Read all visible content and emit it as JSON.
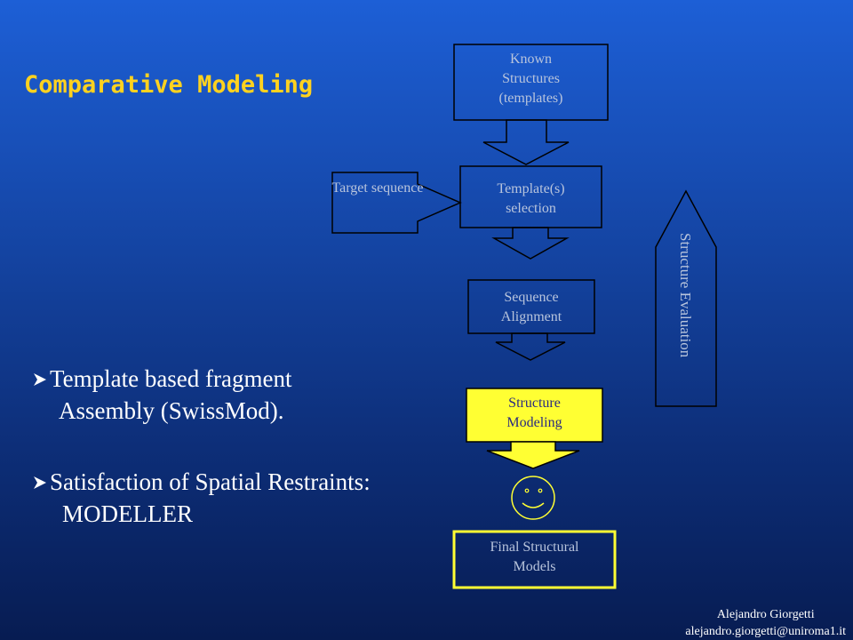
{
  "title": "Comparative Modeling",
  "diagram": {
    "known_structures": [
      "Known",
      "Structures",
      "(templates)"
    ],
    "target_sequence": "Target sequence",
    "template_selection": [
      "Template(s)",
      "selection"
    ],
    "sequence_alignment": [
      "Sequence",
      "Alignment"
    ],
    "structure_modeling": [
      "Structure",
      "Modeling"
    ],
    "final_models": [
      "Final Structural",
      "Models"
    ],
    "structure_evaluation": "Structure Evaluation"
  },
  "bullets": [
    {
      "line1": "Template based fragment",
      "line2": "Assembly (SwissMod)."
    },
    {
      "line1": "Satisfaction of Spatial Restraints:",
      "line2": "MODELLER"
    }
  ],
  "footer": {
    "name": "Alejandro Giorgetti",
    "email": "alejandro.giorgetti@uniroma1.it"
  },
  "colors": {
    "title": "#ffd21f",
    "highlight": "#ffff33",
    "line": "#000000"
  }
}
